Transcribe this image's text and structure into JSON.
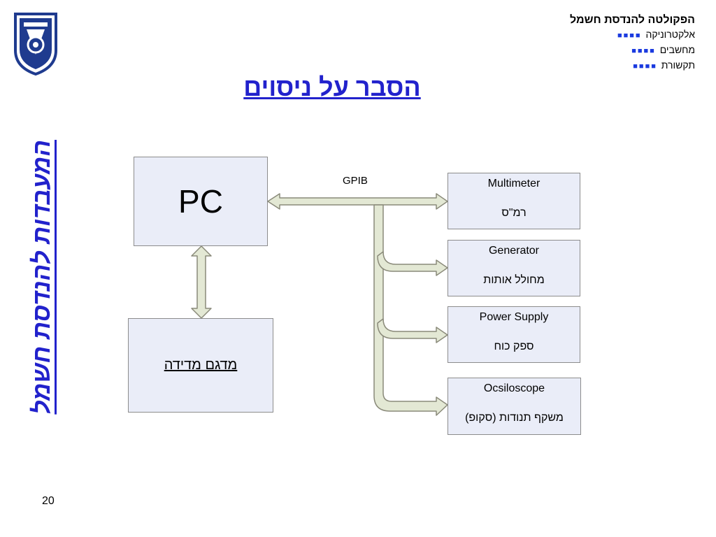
{
  "header": {
    "faculty": "הפקולטה להנדסת חשמל",
    "departments": [
      {
        "marker": "■■■■",
        "label": "אלקטרוניקה"
      },
      {
        "marker": "■■■■",
        "label": "מחשבים"
      },
      {
        "marker": "■■■■",
        "label": "תקשורת"
      }
    ]
  },
  "title": "הסבר על ניסוים",
  "side_title": "המעבדות להנדסת חשמל",
  "page_number": "20",
  "diagram": {
    "pc_label": "PC",
    "dut_label": "מדגם מדידה",
    "bus_label": "GPIB",
    "instruments": [
      {
        "en": "Multimeter",
        "he": "רמ\"ס"
      },
      {
        "en": "Generator",
        "he": "מחולל אותות"
      },
      {
        "en": "Power Supply",
        "he": "ספק כוח"
      },
      {
        "en": "Ocsiloscope",
        "he": "משקף תנודות (סקופ)"
      }
    ]
  },
  "colors": {
    "title": "#2222cc",
    "box_fill": "#eaedf8",
    "arrow_fill": "#e3e8d4",
    "accent_square": "#1a3adf"
  },
  "icons": [
    "technion-logo-icon"
  ]
}
